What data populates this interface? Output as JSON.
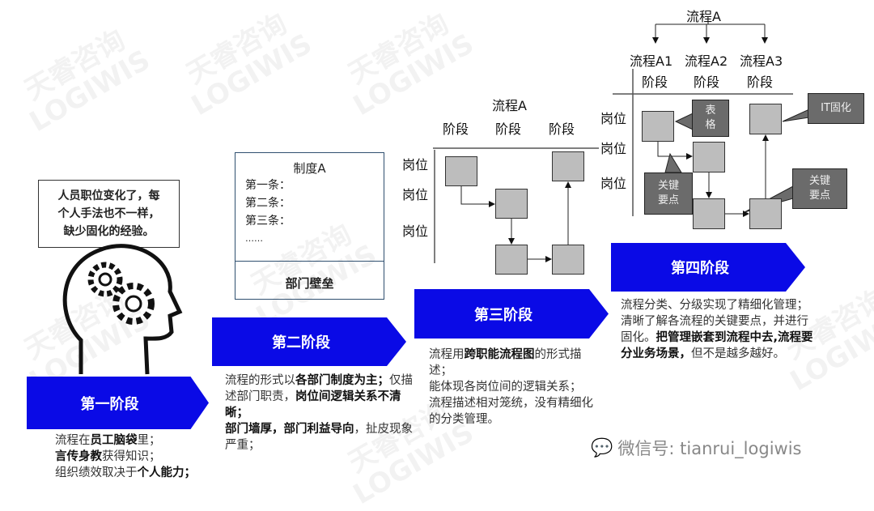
{
  "watermark": "天睿咨询 LOGIWIS",
  "stage1": {
    "label": "第一阶段",
    "bubble": [
      "人员职位变化了，每",
      "个人手法也不一样，",
      "缺少固化的经验。"
    ],
    "desc": [
      [
        "流程在",
        "员工脑袋",
        "里；"
      ],
      [
        "言传身教",
        "获得知识；"
      ],
      [
        "组织绩效取决于",
        "个人能力；"
      ]
    ]
  },
  "stage2": {
    "label": "第二阶段",
    "doc_title": "制度A",
    "doc_lines": [
      "第一条：",
      "第二条：",
      "第三条：",
      "……"
    ],
    "doc_footer": "部门壁垒",
    "desc": [
      "流程的形式以",
      "各部门制度为主；",
      "仅描述部门职责，",
      "岗位间逻辑关系不清晰；",
      "部门墙厚，部门利益导向",
      "，扯皮现象严重；"
    ]
  },
  "stage3": {
    "label": "第三阶段",
    "process": "流程A",
    "phases": [
      "阶段",
      "阶段",
      "阶段"
    ],
    "roles": [
      "岗位",
      "岗位",
      "岗位"
    ],
    "desc": [
      "流程用",
      "跨职能流程图",
      "的形式描述；",
      "能体现各岗位间的逻辑关系；",
      "流程描述相对笼统，没有精细化的分类管理。"
    ]
  },
  "stage4": {
    "label": "第四阶段",
    "process": "流程A",
    "subprocesses": [
      "流程A1",
      "流程A2",
      "流程A3"
    ],
    "phases": [
      "阶段",
      "阶段",
      "阶段"
    ],
    "roles": [
      "岗位",
      "岗位",
      "岗位"
    ],
    "callouts": {
      "form": "表格",
      "it": "IT固化",
      "key_left": "关键要点",
      "key_right": "关键要点"
    },
    "desc": [
      "流程分类、分级实现了精细化管理；清晰了解各流程的关键要点，并进行固化。",
      "把管理嵌套到流程中去,流程要分业务场景，",
      "但不是越多越好。"
    ]
  },
  "footer": {
    "wechat": "微信号: tianrui_logiwis"
  }
}
